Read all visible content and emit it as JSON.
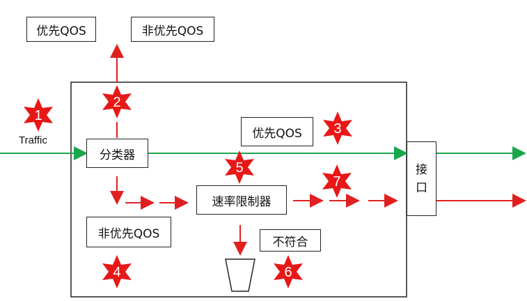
{
  "boxes": {
    "top_priority": "优先QOS",
    "top_non_priority": "非优先QOS",
    "classifier": "分类器",
    "priority_qos": "优先QOS",
    "rate_limiter": "速率限制器",
    "non_priority_qos": "非优先QOS",
    "non_conform": "不符合",
    "interface": "接\n口"
  },
  "labels": {
    "traffic": "Traffic"
  },
  "stars": [
    "1",
    "2",
    "3",
    "4",
    "5",
    "6",
    "7"
  ],
  "colors": {
    "green": "#1aa64a",
    "red": "#e02020",
    "star": "#e81818"
  }
}
